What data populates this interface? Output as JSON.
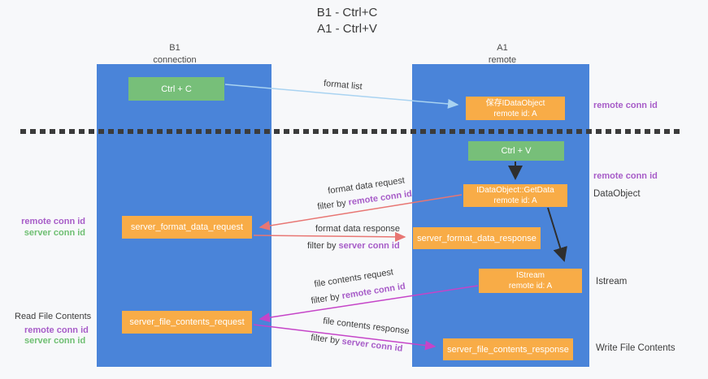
{
  "title": {
    "line1": "B1 - Ctrl+C",
    "line2": "A1 - Ctrl+V"
  },
  "columns": {
    "left": {
      "name": "B1",
      "subtitle": "connection"
    },
    "right": {
      "name": "A1",
      "subtitle": "remote"
    }
  },
  "boxes": {
    "ctrl_c": "Ctrl + C",
    "ctrl_v": "Ctrl + V",
    "save_dataobject_line1": "保存IDataObject",
    "save_dataobject_line2": "remote id: A",
    "getdata_line1": "IDataObject::GetData",
    "getdata_line2": "remote id: A",
    "istream_line1": "IStream",
    "istream_line2": "remote id: A",
    "server_format_data_request": "server_format_data_request",
    "server_format_data_response": "server_format_data_response",
    "server_file_contents_request": "server_file_contents_request",
    "server_file_contents_response": "server_file_contents_response"
  },
  "arrow_labels": {
    "format_list": "format list",
    "format_data_request": "format data request",
    "format_data_response": "format data response",
    "file_contents_request": "file contents request",
    "file_contents_response": "file contents response",
    "filter_by": "filter by ",
    "remote_conn_id": "remote conn id",
    "server_conn_id": "server conn id"
  },
  "side_labels": {
    "left_remote_conn_id": "remote conn id",
    "left_server_conn_id": "server conn id",
    "read_file_contents": "Read File Contents",
    "right_remote_conn_id": "remote conn id",
    "dataobject": "DataObject",
    "istream": "Istream",
    "write_file_contents": "Write File Contents"
  },
  "colors": {
    "column_blue": "#4a84d9",
    "box_green": "#77bf79",
    "box_orange": "#f8ac47",
    "purple_text": "#a75cc8",
    "green_text": "#6fbf72",
    "red_arrow": "#e87673",
    "magenta_arrow": "#c544c8",
    "blue_arrow": "#a9d3f1",
    "black_arrow": "#2e2e2e"
  }
}
